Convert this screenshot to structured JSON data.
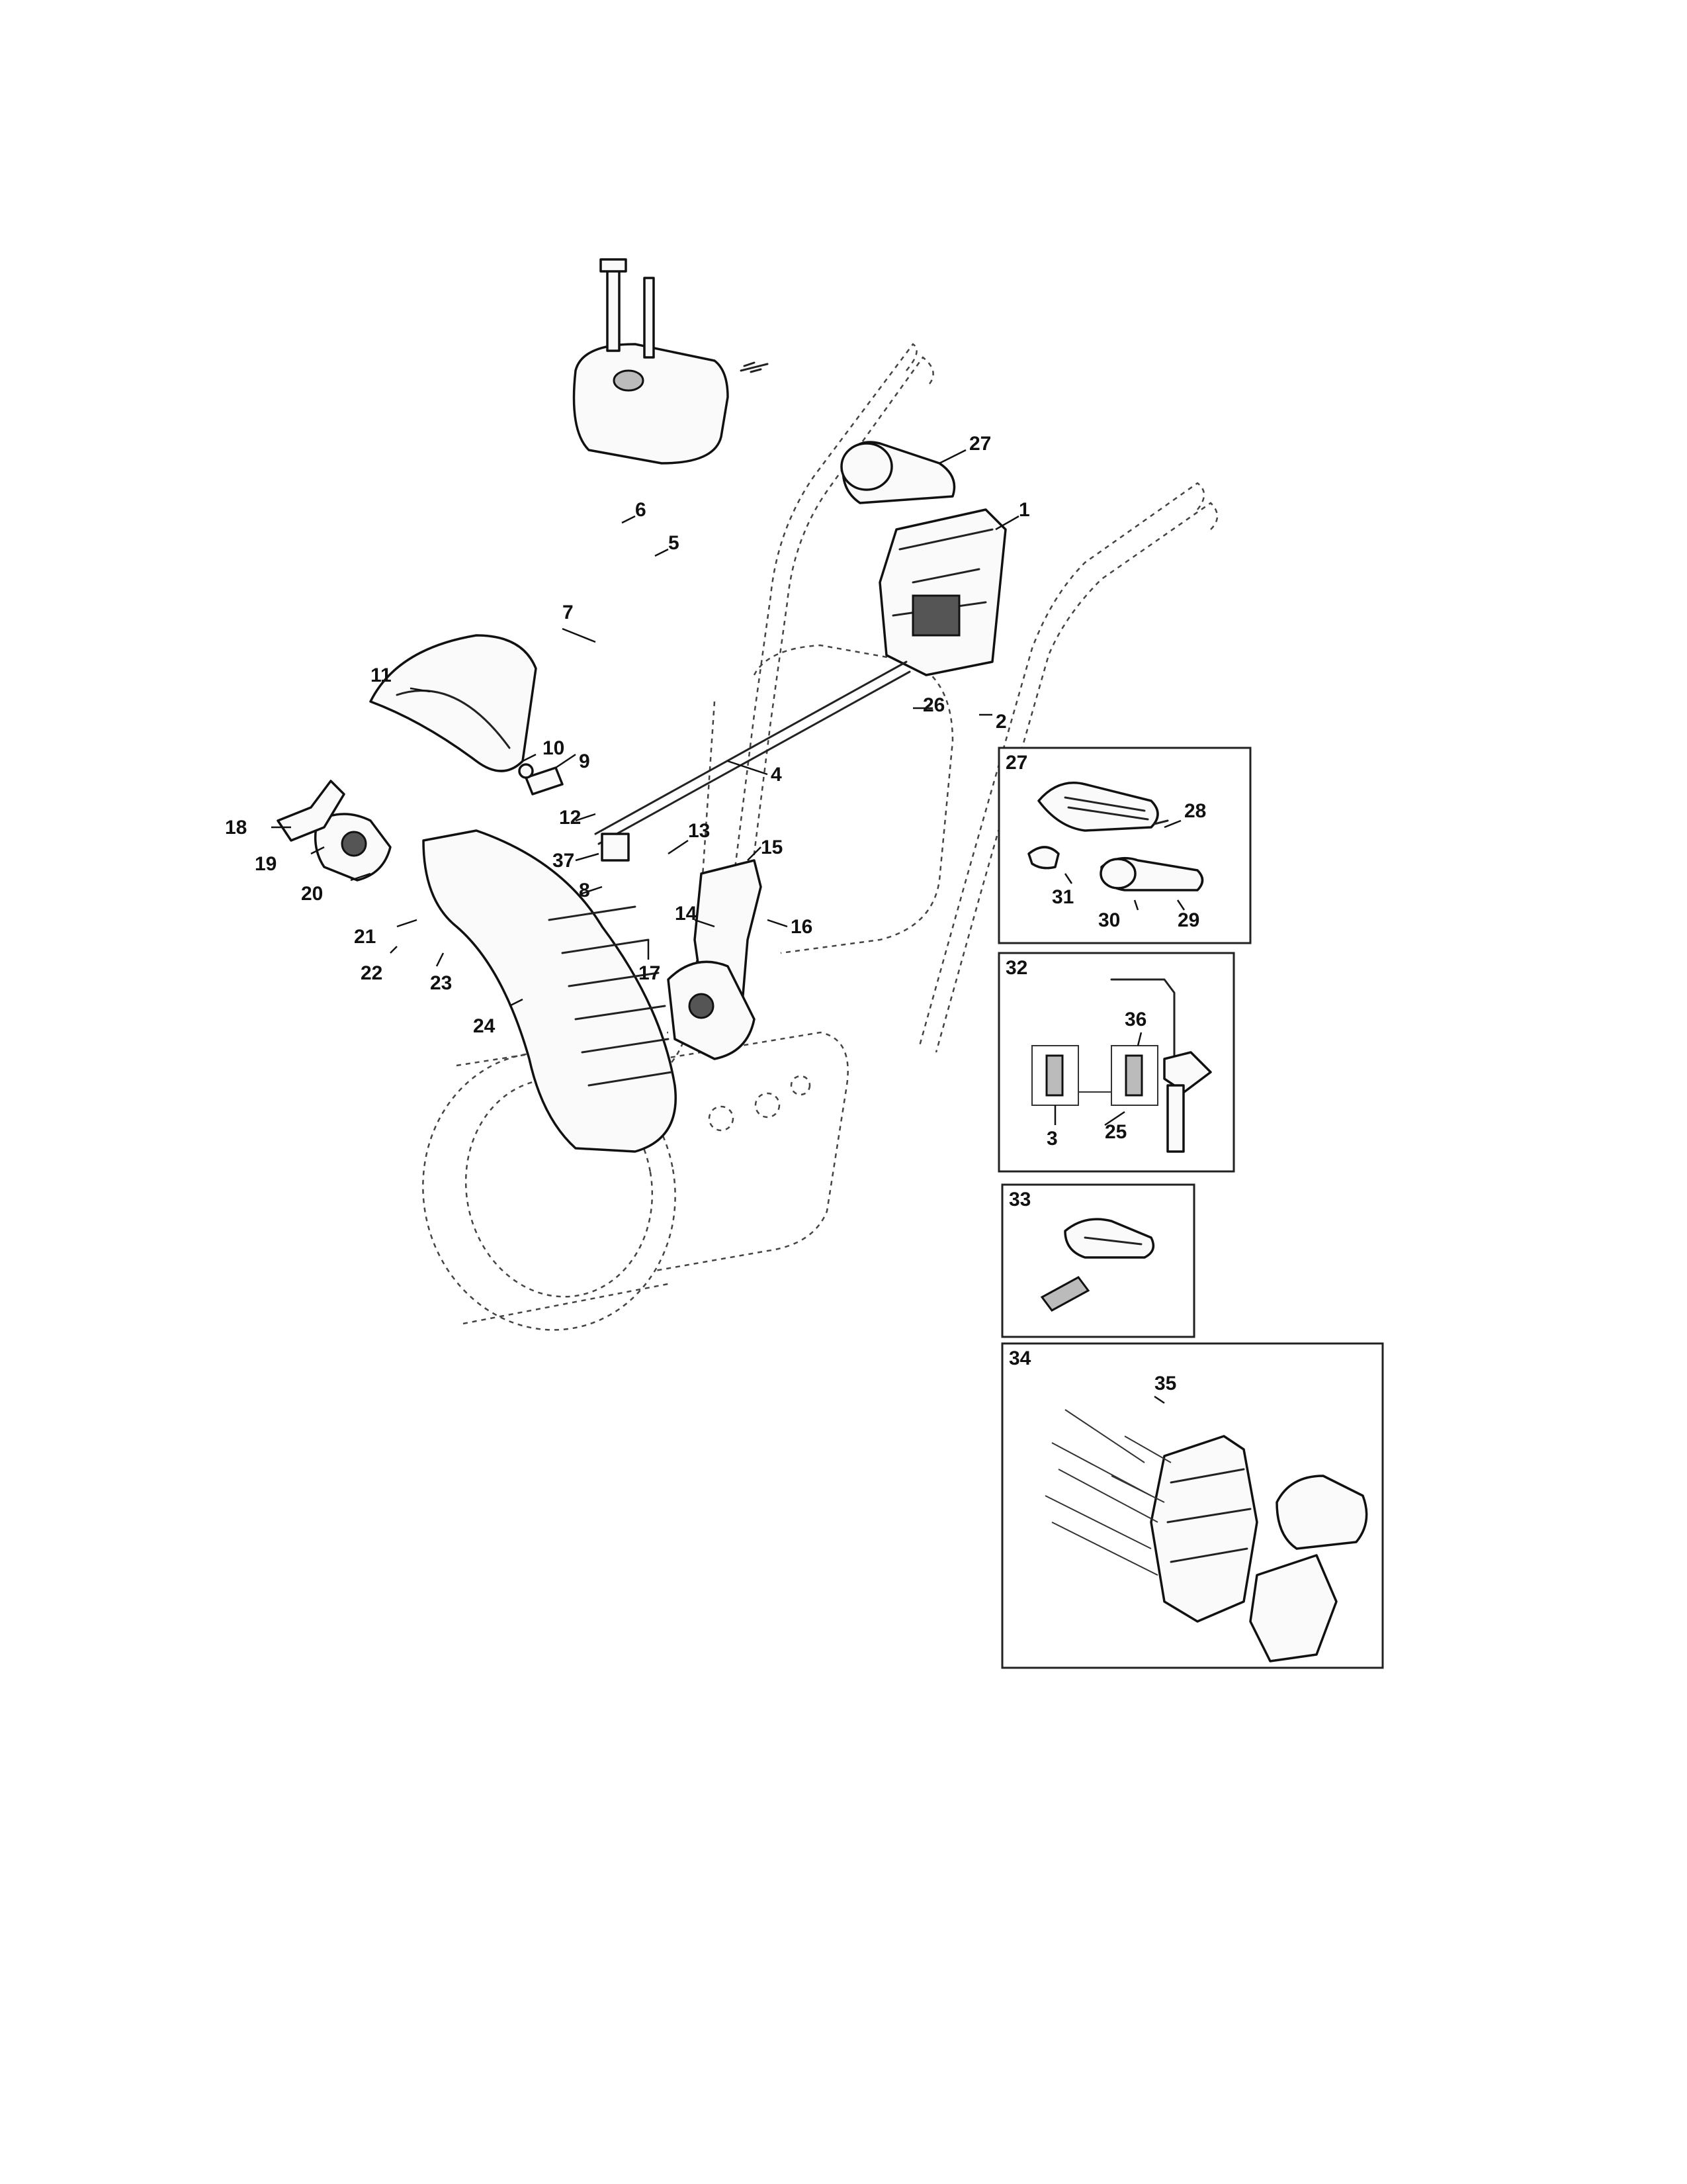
{
  "diagram": {
    "callouts": [
      "1",
      "2",
      "4",
      "5",
      "6",
      "7",
      "8",
      "9",
      "10",
      "11",
      "12",
      "13",
      "14",
      "15",
      "16",
      "17",
      "18",
      "19",
      "20",
      "21",
      "22",
      "23",
      "24",
      "26",
      "27",
      "37"
    ],
    "insets": [
      {
        "label": "27",
        "callouts": [
          "28",
          "29",
          "30",
          "31"
        ]
      },
      {
        "label": "32",
        "callouts": [
          "3",
          "25",
          "36"
        ]
      },
      {
        "label": "33",
        "callouts": []
      },
      {
        "label": "34",
        "callouts": [
          "35"
        ]
      }
    ]
  }
}
